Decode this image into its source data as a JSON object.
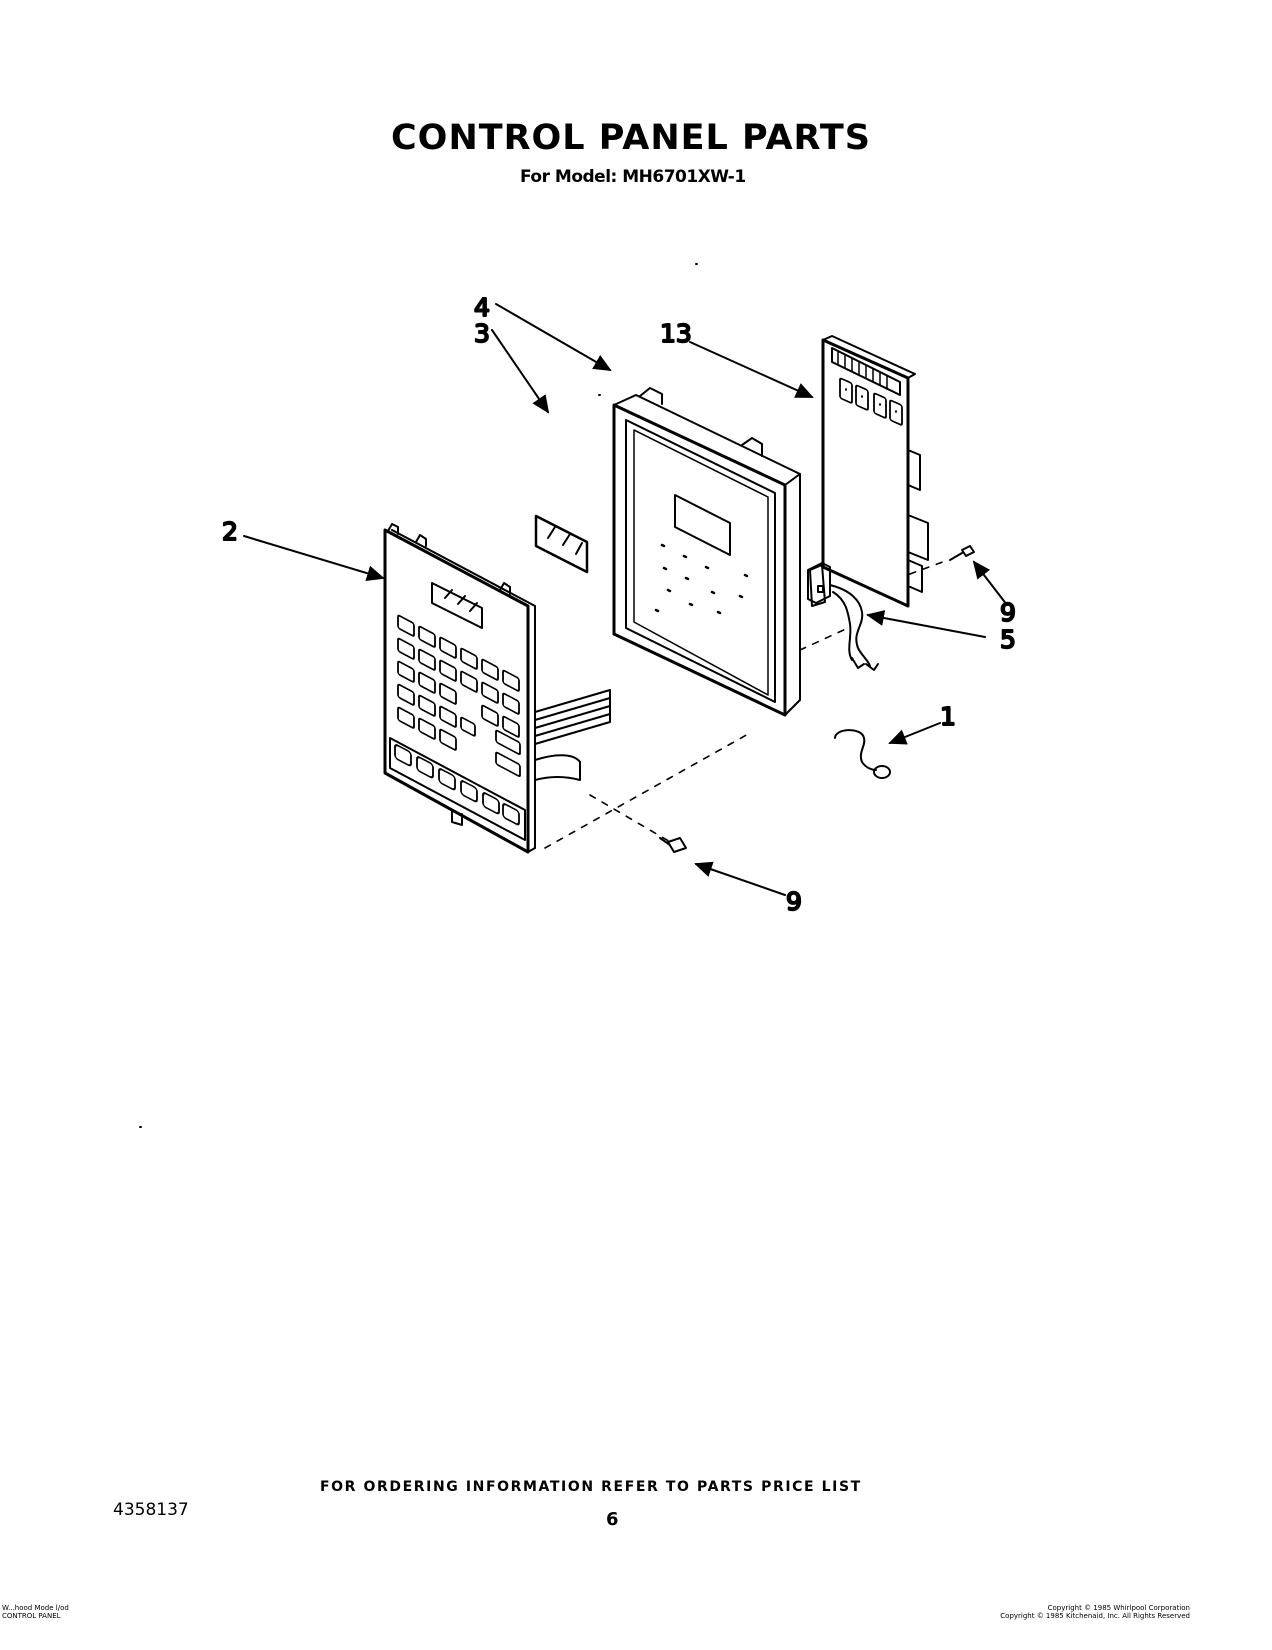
{
  "header": {
    "title": "CONTROL PANEL PARTS",
    "model_line": "For Model: MH6701XW-1"
  },
  "callouts": {
    "c1": "1",
    "c2": "2",
    "c3": "3",
    "c4": "4",
    "c5": "5",
    "c9a": "9",
    "c9b": "9",
    "c13": "13"
  },
  "footer": {
    "ordering_note": "FOR ORDERING INFORMATION REFER TO PARTS PRICE LIST",
    "doc_number": "4358137",
    "page_number": "6",
    "fine_left_1": "W...hood Mode l/od",
    "fine_left_2": "CONTROL PANEL",
    "fine_right_1": "Copyright ©  1985 Whirlpool Corporation",
    "fine_right_2": "Copyright © 1985 Kitchenaid, Inc. All Rights Reserved"
  }
}
